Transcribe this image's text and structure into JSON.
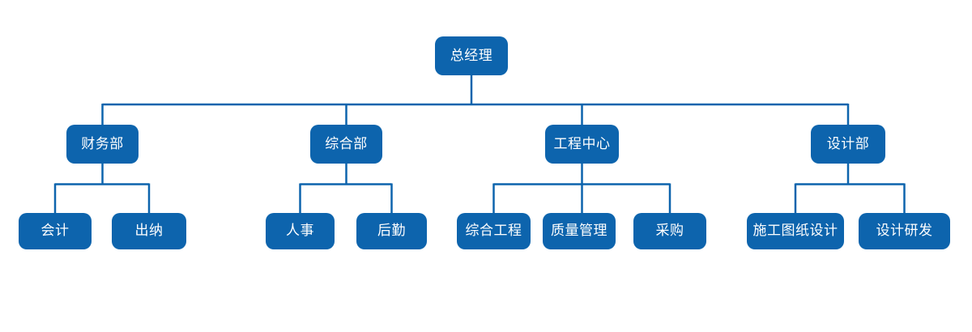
{
  "colors": {
    "node_fill": "#0d64ad",
    "node_text": "#ffffff",
    "connector": "#0d64ad",
    "background": "#ffffff"
  },
  "org_chart": {
    "root": {
      "label": "总经理"
    },
    "departments": [
      {
        "label": "财务部",
        "children": [
          {
            "label": "会计"
          },
          {
            "label": "出纳"
          }
        ]
      },
      {
        "label": "综合部",
        "children": [
          {
            "label": "人事"
          },
          {
            "label": "后勤"
          }
        ]
      },
      {
        "label": "工程中心",
        "children": [
          {
            "label": "综合工程"
          },
          {
            "label": "质量管理"
          },
          {
            "label": "采购"
          }
        ]
      },
      {
        "label": "设计部",
        "children": [
          {
            "label": "施工图纸设计"
          },
          {
            "label": "设计研发"
          }
        ]
      }
    ]
  }
}
